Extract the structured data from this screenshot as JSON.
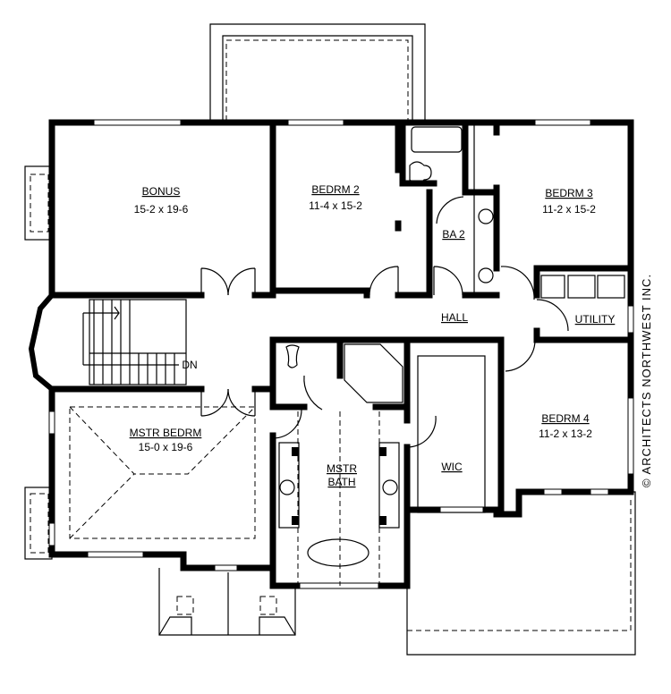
{
  "rooms": {
    "bonus": {
      "name": "BONUS",
      "size": "15-2 x 19-6"
    },
    "bedrm2": {
      "name": "BEDRM 2",
      "size": "11-4 x 15-2"
    },
    "bedrm3": {
      "name": "BEDRM 3",
      "size": "11-2 x 15-2"
    },
    "ba2": {
      "name": "BA 2"
    },
    "hall": {
      "name": "HALL"
    },
    "utility": {
      "name": "UTILITY"
    },
    "stairs": {
      "name": "DN"
    },
    "mstr_bedrm": {
      "name": "MSTR BEDRM",
      "size": "15-0 x 19-6"
    },
    "mstr_bath": {
      "name_line1": "MSTR",
      "name_line2": "BATH"
    },
    "wic": {
      "name": "WIC"
    },
    "bedrm4": {
      "name": "BEDRM 4",
      "size": "11-2 x 13-2"
    }
  },
  "copyright": "© ARCHITECTS NORTHWEST INC."
}
